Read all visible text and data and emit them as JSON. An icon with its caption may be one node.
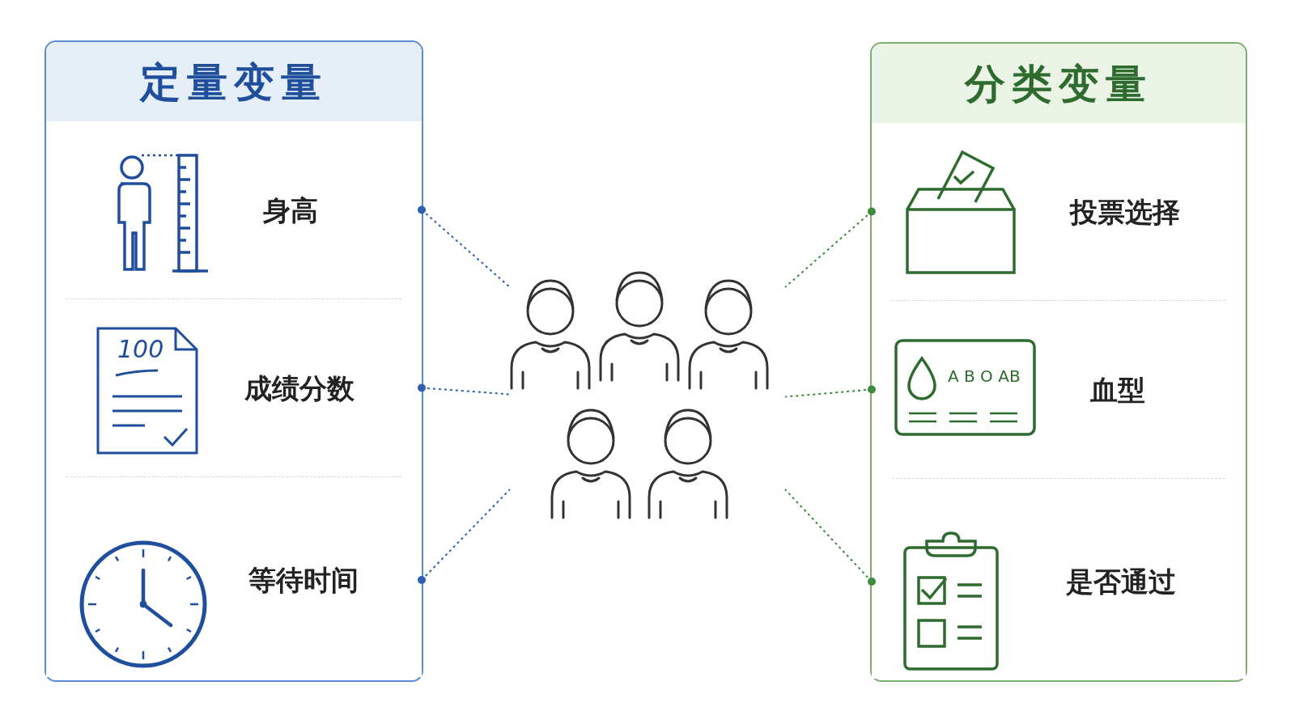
{
  "diagram": {
    "nodes": [
      {
        "text": [
          "定量变量"
        ]
      },
      {
        "text": [
          "身高"
        ],
        "in": 0
      },
      {
        "text": [
          "成绩分数"
        ],
        "in": 0
      },
      {
        "text": [
          "等待时间"
        ],
        "in": 0
      },
      {
        "text": [
          "分类变量"
        ]
      },
      {
        "text": [
          "投票选择"
        ],
        "in": 4
      },
      {
        "text": [
          "血型"
        ],
        "in": 4
      },
      {
        "text": [
          "是否通过"
        ],
        "in": 4
      },
      {
        "text": [],
        "shape": "person"
      }
    ],
    "edges": [
      {
        "from": 1,
        "to": 8,
        "arrow": "other",
        "style": "dashed",
        "color": "#2f5fb0"
      },
      {
        "from": 2,
        "to": 8,
        "arrow": "other",
        "style": "dashed",
        "color": "#2f5fb0"
      },
      {
        "from": 3,
        "to": 8,
        "arrow": "other",
        "style": "dashed",
        "color": "#2f5fb0"
      },
      {
        "from": 5,
        "to": 8,
        "arrow": "other",
        "style": "dashed",
        "color": "#3f8a3f"
      },
      {
        "from": 6,
        "to": 8,
        "arrow": "other",
        "style": "dashed",
        "color": "#3f8a3f"
      },
      {
        "from": 7,
        "to": 8,
        "arrow": "other",
        "style": "dashed",
        "color": "#3f8a3f"
      }
    ],
    "labels": [
      "100",
      "A B O AB"
    ]
  }
}
